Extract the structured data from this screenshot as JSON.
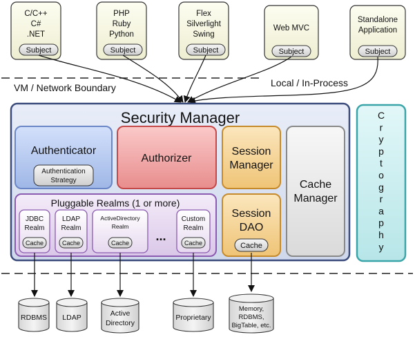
{
  "clients": [
    {
      "lines": [
        "C/C++",
        "C#",
        ".NET"
      ],
      "subject": "Subject"
    },
    {
      "lines": [
        "PHP",
        "Ruby",
        "Python"
      ],
      "subject": "Subject"
    },
    {
      "lines": [
        "Flex",
        "Silverlight",
        "Swing"
      ],
      "subject": "Subject"
    },
    {
      "lines": [
        "Web MVC"
      ],
      "subject": "Subject"
    },
    {
      "lines": [
        "Standalone",
        "Application"
      ],
      "subject": "Subject"
    }
  ],
  "boundary_labels": {
    "vm": "VM / Network Boundary",
    "local": "Local / In-Process"
  },
  "security_manager": {
    "title": "Security Manager",
    "authenticator": {
      "title": "Authenticator",
      "strategy_lines": [
        "Authentication",
        "Strategy"
      ]
    },
    "authorizer": "Authorizer",
    "session_manager": [
      "Session",
      "Manager"
    ],
    "cache_manager": [
      "Cache",
      "Manager"
    ],
    "session_dao": {
      "lines": [
        "Session",
        "DAO"
      ],
      "cache": "Cache"
    },
    "pluggable_realms": {
      "title": "Pluggable Realms (1 or more)",
      "ellipsis": "...",
      "realms": [
        {
          "lines": [
            "JDBC",
            "Realm"
          ],
          "cache": "Cache"
        },
        {
          "lines": [
            "LDAP",
            "Realm"
          ],
          "cache": "Cache"
        },
        {
          "lines": [
            "ActiveDirectory",
            "Realm"
          ],
          "cache": "Cache"
        },
        {
          "lines": [
            "Custom",
            "Realm"
          ],
          "cache": "Cache"
        }
      ]
    }
  },
  "cryptography": "Cryptography",
  "datastores": [
    {
      "lines": [
        "RDBMS"
      ]
    },
    {
      "lines": [
        "LDAP"
      ]
    },
    {
      "lines": [
        "Active",
        "Directory"
      ]
    },
    {
      "lines": [
        "Proprietary"
      ]
    },
    {
      "lines": [
        "Memory,",
        "RDBMS,",
        "BigTable, etc."
      ]
    }
  ],
  "colors": {
    "client_fill": "#f8f8e4",
    "manager_fill": "#dfe5f2",
    "manager_border": "#3a4a7a",
    "authenticator_fill": "#b9cbef",
    "authorizer_fill": "#f1a7a7",
    "session_fill": "#f6d79b",
    "cache_manager_fill": "#ececec",
    "realms_fill": "#e9dcf2",
    "crypto_fill": "#cdeff0",
    "crypto_border": "#3aa5a8"
  }
}
